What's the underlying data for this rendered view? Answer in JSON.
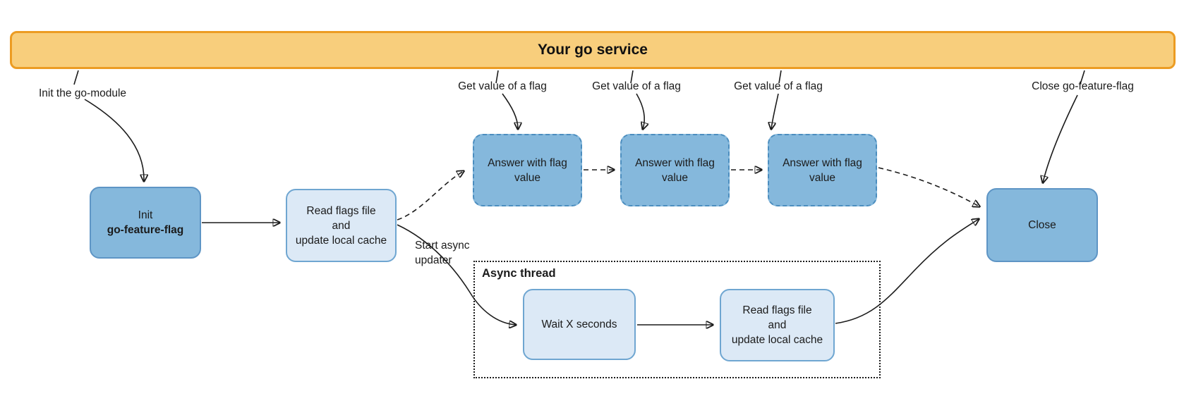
{
  "banner": {
    "title": "Your go service"
  },
  "nodes": {
    "init": {
      "line1": "Init",
      "line2": "go-feature-flag"
    },
    "read_flags_main": {
      "text": "Read flags file\nand\nupdate local cache"
    },
    "answer_1": {
      "text": "Answer with flag\nvalue"
    },
    "answer_2": {
      "text": "Answer with flag\nvalue"
    },
    "answer_3": {
      "text": "Answer with flag\nvalue"
    },
    "close": {
      "text": "Close"
    },
    "wait": {
      "text": "Wait X seconds"
    },
    "read_flags_async": {
      "text": "Read flags file\nand\nupdate local cache"
    }
  },
  "labels": {
    "init_module": "Init the go-module",
    "get_value_1": "Get value of a flag",
    "get_value_2": "Get value of a flag",
    "get_value_3": "Get value of a flag",
    "close_gff": "Close go-feature-flag",
    "start_async": "Start async\nupdater",
    "async_thread": "Async thread"
  },
  "edges": [
    {
      "from": "your-go-service",
      "to": "init",
      "label": "Init the go-module",
      "style": "solid"
    },
    {
      "from": "init",
      "to": "read_flags_main",
      "style": "solid"
    },
    {
      "from": "read_flags_main",
      "to": "answer_1",
      "style": "dashed"
    },
    {
      "from": "answer_1",
      "to": "answer_2",
      "style": "dashed"
    },
    {
      "from": "answer_2",
      "to": "answer_3",
      "style": "dashed"
    },
    {
      "from": "answer_3",
      "to": "close",
      "style": "dashed"
    },
    {
      "from": "your-go-service",
      "to": "answer_1",
      "label": "Get value of a flag",
      "style": "solid"
    },
    {
      "from": "your-go-service",
      "to": "answer_2",
      "label": "Get value of a flag",
      "style": "solid"
    },
    {
      "from": "your-go-service",
      "to": "answer_3",
      "label": "Get value of a flag",
      "style": "solid"
    },
    {
      "from": "your-go-service",
      "to": "close",
      "label": "Close go-feature-flag",
      "style": "solid"
    },
    {
      "from": "read_flags_main",
      "to": "wait",
      "label": "Start async updater",
      "style": "solid"
    },
    {
      "from": "wait",
      "to": "read_flags_async",
      "style": "solid"
    },
    {
      "from": "read_flags_async",
      "to": "close",
      "style": "solid"
    }
  ],
  "colors": {
    "banner_fill": "#F8CE7C",
    "banner_border": "#EC9C23",
    "node_fill": "#85B8DC",
    "node_border": "#5E95C5",
    "node_dotted_border": "#4C8EBF",
    "light_fill": "#DCE9F6",
    "light_border": "#6FA6D1",
    "edge_stroke": "#1c1c1c",
    "text": "#1b1b1b"
  }
}
